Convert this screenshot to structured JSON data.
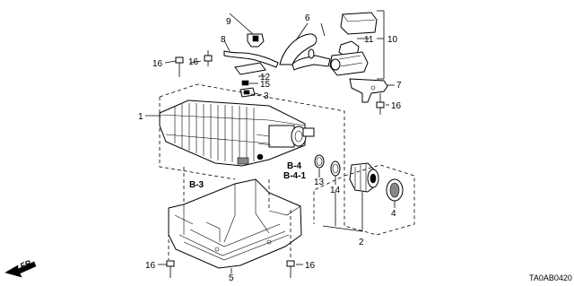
{
  "diagram": {
    "code": "TA0AB0420",
    "direction_label": "FR.",
    "callouts": {
      "c1": "1",
      "c2": "2",
      "c3": "3",
      "c4": "4",
      "c5": "5",
      "c6": "6",
      "c7": "7",
      "c8": "8",
      "c9": "9",
      "c10": "10",
      "c11": "11",
      "c12": "12",
      "c13": "13",
      "c14": "14",
      "c15": "15",
      "c16a": "16",
      "c16b": "16",
      "c16c": "16",
      "c16d": "16",
      "c16e": "16"
    },
    "refs": {
      "b4": "B-4",
      "b41": "B-4-1",
      "b3": "B-3"
    }
  }
}
